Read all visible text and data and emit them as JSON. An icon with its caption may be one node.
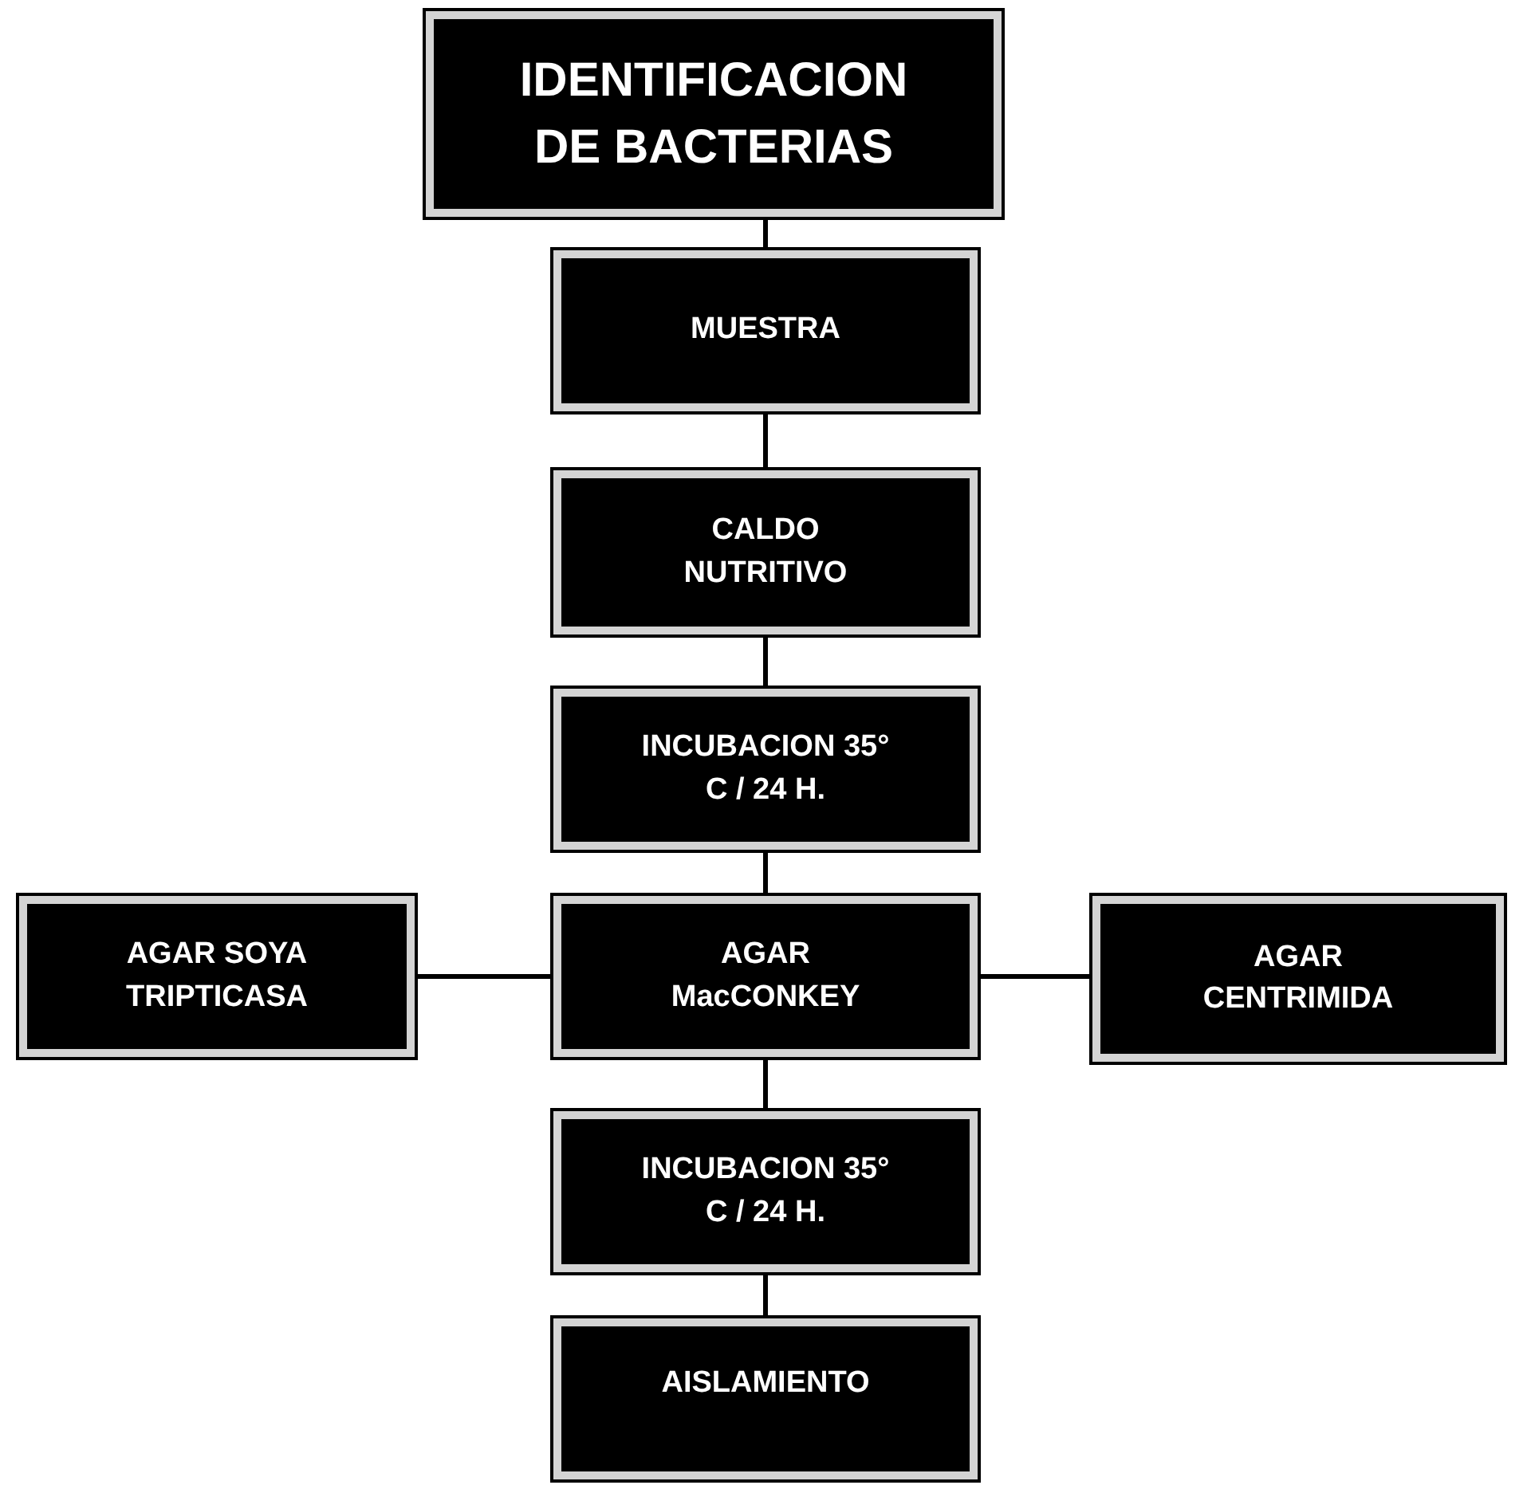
{
  "diagram": {
    "nodes": [
      {
        "text": [
          "IDENTIFICACION DE BACTERIAS"
        ]
      },
      {
        "text": [
          "MUESTRA"
        ]
      },
      {
        "text": [
          "CALDO NUTRITIVO"
        ]
      },
      {
        "text": [
          "INCUBACION 35° C / 24 H."
        ]
      },
      {
        "text": [
          "AGAR SOYA TRIPTICASA"
        ]
      },
      {
        "text": [
          "AGAR MacCONKEY"
        ]
      },
      {
        "text": [
          "AGAR CENTRIMIDA"
        ]
      },
      {
        "text": [
          "INCUBACION 35° C / 24 H."
        ]
      },
      {
        "text": [
          "AISLAMIENTO"
        ]
      }
    ],
    "edges": [
      {
        "from": 0,
        "to": 1,
        "arrow": "none"
      },
      {
        "from": 1,
        "to": 2,
        "arrow": "none"
      },
      {
        "from": 2,
        "to": 3,
        "arrow": "none"
      },
      {
        "from": 3,
        "to": 5,
        "arrow": "none"
      },
      {
        "from": 5,
        "to": 4,
        "arrow": "none"
      },
      {
        "from": 5,
        "to": 6,
        "arrow": "none"
      },
      {
        "from": 5,
        "to": 7,
        "arrow": "none"
      },
      {
        "from": 7,
        "to": 8,
        "arrow": "none"
      }
    ]
  }
}
